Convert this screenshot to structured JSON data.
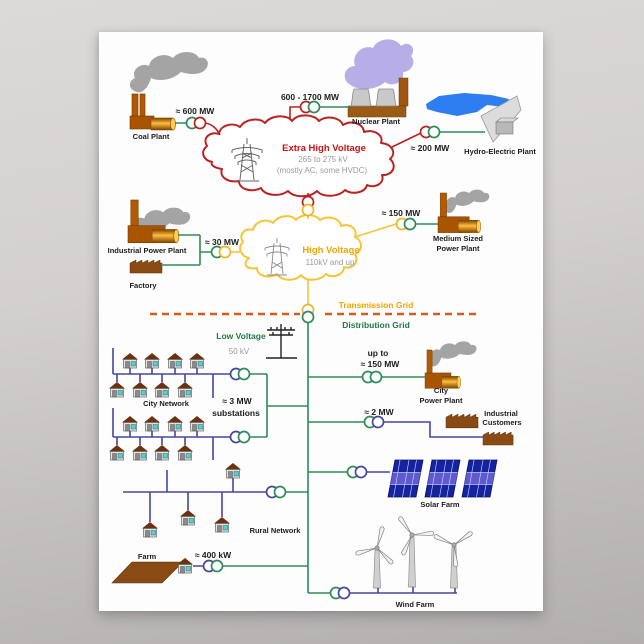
{
  "scene": {
    "kind": "poster-on-wall",
    "background_top": "#dcdad9",
    "background_bottom": "#b2afae",
    "poster_color": "#fdfdfd"
  },
  "colors": {
    "ehv_red": "#bb2222",
    "ehv_text": "#cc1111",
    "hv_yellow": "#f5c437",
    "hv_text": "#f0a500",
    "grid_green": "#2e8b57",
    "green_text": "#1d7a46",
    "lv_blue": "#4646a0",
    "dashed_orange": "#d95b1c",
    "gray_text": "#9a9a9a",
    "black_text": "#1c1c1c"
  },
  "labels": {
    "coal_plant": "Coal Plant",
    "coal_mw": "≈ 600  MW",
    "nuclear_mw": "600 - 1700  MW",
    "nuclear_plant": "Nuclear Plant",
    "ehv_title": "Extra High Voltage",
    "ehv_range": "265 to 275 kV",
    "ehv_note": "(mostly AC, some HVDC)",
    "hydro_mw": "≈ 200  MW",
    "hydro_plant": "Hydro-Electric Plant",
    "industrial_power_plant": "Industrial Power Plant",
    "ipp_mw": "≈ 30 MW",
    "factory": "Factory",
    "hv_title": "High Voltage",
    "hv_range": "110kV and up",
    "medium_mw": "≈ 150  MW",
    "medium_plant_line1": "Medium Sized",
    "medium_plant_line2": "Power Plant",
    "transmission_grid": "Transmission Grid",
    "distribution_grid": "Distribution Grid",
    "low_voltage": "Low Voltage",
    "lv_range": "50 kV",
    "city_network": "City Network",
    "substation_mw": "≈ 3  MW",
    "substations": "substations",
    "city_pp_upto": "up to",
    "city_pp_mw": "≈ 150  MW",
    "city_pp_line1": "City",
    "city_pp_line2": "Power Plant",
    "industrial_mw": "≈ 2  MW",
    "industrial_line1": "Industrial",
    "industrial_line2": "Customers",
    "solar_farm": "Solar Farm",
    "rural_network": "Rural Network",
    "farm": "Farm",
    "farm_kw": "≈ 400 kW",
    "wind_farm": "Wind Farm"
  }
}
